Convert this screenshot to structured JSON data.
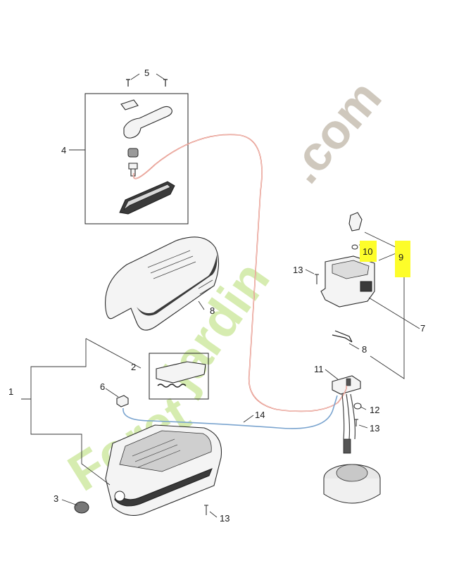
{
  "watermark": {
    "foret": "Foret",
    "jardin": "jardin",
    "dot_com": ".com",
    "color_green": "#d6ecb0",
    "color_orange": "#f6c37a",
    "color_grey": "#cfc8bd"
  },
  "highlight_color": "#fdfd2a",
  "callouts": {
    "c1": "1",
    "c2": "2",
    "c3": "3",
    "c4": "4",
    "c5": "5",
    "c6": "6",
    "c7": "7",
    "c8a": "8",
    "c8b": "8",
    "c9": "9",
    "c10": "10",
    "c11": "11",
    "c12": "12",
    "c13a": "13",
    "c13b": "13",
    "c13c": "13",
    "c14": "14"
  }
}
